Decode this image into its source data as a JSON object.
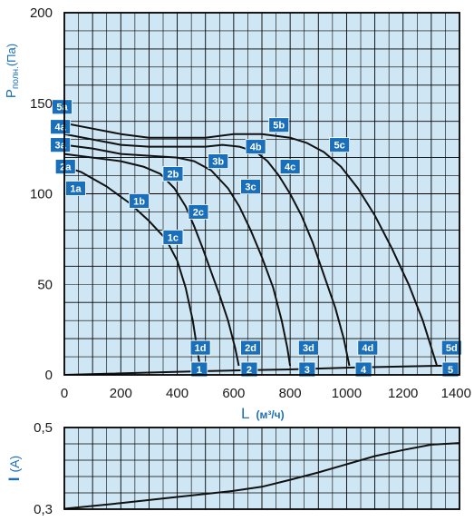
{
  "chart_data": [
    {
      "type": "line",
      "ylabel_main": "P",
      "ylabel_sub": "полн.",
      "ylabel_unit": "(Па)",
      "xlabel_main": "L",
      "xlabel_unit": "(м³/ч)",
      "xlim": [
        0,
        1400
      ],
      "ylim": [
        0,
        200
      ],
      "x_ticks": [
        "0",
        "200",
        "400",
        "600",
        "800",
        "1000",
        "1200",
        "1400"
      ],
      "y_ticks": [
        "0",
        "50",
        "100",
        "150",
        "200"
      ],
      "grid": true,
      "background": "#cfe7f4",
      "mark_color": "#1a6fba",
      "series": [
        {
          "name": "1",
          "points": [
            [
              0,
              115
            ],
            [
              60,
              112
            ],
            [
              150,
              104
            ],
            [
              230,
              95
            ],
            [
              300,
              85
            ],
            [
              360,
              75
            ],
            [
              400,
              63
            ],
            [
              430,
              48
            ],
            [
              455,
              30
            ],
            [
              470,
              15
            ],
            [
              480,
              5
            ]
          ]
        },
        {
          "name": "2",
          "points": [
            [
              0,
              122
            ],
            [
              100,
              120
            ],
            [
              200,
              118
            ],
            [
              280,
              115
            ],
            [
              340,
              111
            ],
            [
              390,
              103
            ],
            [
              430,
              93
            ],
            [
              460,
              82
            ],
            [
              490,
              70
            ],
            [
              520,
              57
            ],
            [
              550,
              44
            ],
            [
              580,
              30
            ],
            [
              605,
              15
            ],
            [
              618,
              5
            ]
          ]
        },
        {
          "name": "3",
          "points": [
            [
              0,
              127
            ],
            [
              100,
              125
            ],
            [
              200,
              122
            ],
            [
              300,
              121
            ],
            [
              400,
              120
            ],
            [
              460,
              118
            ],
            [
              520,
              113
            ],
            [
              580,
              103
            ],
            [
              620,
              93
            ],
            [
              660,
              80
            ],
            [
              700,
              65
            ],
            [
              740,
              48
            ],
            [
              770,
              30
            ],
            [
              790,
              15
            ],
            [
              800,
              5
            ]
          ]
        },
        {
          "name": "4",
          "points": [
            [
              0,
              133
            ],
            [
              100,
              130
            ],
            [
              200,
              127
            ],
            [
              300,
              126
            ],
            [
              400,
              126
            ],
            [
              500,
              126
            ],
            [
              560,
              127
            ],
            [
              620,
              126
            ],
            [
              680,
              123
            ],
            [
              720,
              118
            ],
            [
              760,
              110
            ],
            [
              800,
              100
            ],
            [
              840,
              88
            ],
            [
              880,
              73
            ],
            [
              920,
              55
            ],
            [
              960,
              37
            ],
            [
              990,
              20
            ],
            [
              1010,
              5
            ]
          ]
        },
        {
          "name": "5",
          "points": [
            [
              0,
              139
            ],
            [
              100,
              136
            ],
            [
              200,
              133
            ],
            [
              300,
              131
            ],
            [
              400,
              131
            ],
            [
              500,
              131
            ],
            [
              600,
              133
            ],
            [
              700,
              133
            ],
            [
              800,
              131
            ],
            [
              860,
              128
            ],
            [
              920,
              123
            ],
            [
              980,
              115
            ],
            [
              1040,
              103
            ],
            [
              1100,
              88
            ],
            [
              1160,
              70
            ],
            [
              1220,
              50
            ],
            [
              1270,
              30
            ],
            [
              1300,
              15
            ],
            [
              1320,
              5
            ]
          ]
        },
        {
          "name": "0",
          "points": [
            [
              0,
              0
            ],
            [
              480,
              2
            ],
            [
              620,
              2.5
            ],
            [
              800,
              3
            ],
            [
              1010,
              4
            ],
            [
              1320,
              5
            ],
            [
              1400,
              5
            ]
          ]
        }
      ],
      "tags": [
        {
          "text": "1a",
          "x": 40,
          "y": 103
        },
        {
          "text": "1b",
          "x": 265,
          "y": 96
        },
        {
          "text": "1c",
          "x": 385,
          "y": 76
        },
        {
          "text": "1d",
          "x": 482,
          "y": 15
        },
        {
          "text": "1",
          "x": 478,
          "y": 3
        },
        {
          "text": "2a",
          "x": 4,
          "y": 115
        },
        {
          "text": "2b",
          "x": 385,
          "y": 111
        },
        {
          "text": "2c",
          "x": 475,
          "y": 90
        },
        {
          "text": "2d",
          "x": 660,
          "y": 15
        },
        {
          "text": "2",
          "x": 655,
          "y": 3
        },
        {
          "text": "3a",
          "x": -14,
          "y": 127
        },
        {
          "text": "3b",
          "x": 545,
          "y": 118
        },
        {
          "text": "3c",
          "x": 660,
          "y": 104
        },
        {
          "text": "3d",
          "x": 865,
          "y": 15
        },
        {
          "text": "3",
          "x": 860,
          "y": 3
        },
        {
          "text": "4a",
          "x": -14,
          "y": 137
        },
        {
          "text": "4b",
          "x": 678,
          "y": 126
        },
        {
          "text": "4c",
          "x": 800,
          "y": 115
        },
        {
          "text": "4d",
          "x": 1075,
          "y": 15
        },
        {
          "text": "4",
          "x": 1060,
          "y": 3
        },
        {
          "text": "5a",
          "x": -8,
          "y": 148
        },
        {
          "text": "5b",
          "x": 760,
          "y": 138
        },
        {
          "text": "5c",
          "x": 975,
          "y": 127
        },
        {
          "text": "5d",
          "x": 1372,
          "y": 15
        },
        {
          "text": "5",
          "x": 1368,
          "y": 3
        }
      ]
    },
    {
      "type": "line",
      "ylabel_main": "I",
      "ylabel_unit": "(A)",
      "xlim": [
        0,
        1400
      ],
      "ylim": [
        0.3,
        0.5
      ],
      "y_ticks": [
        "0,3",
        "0,5"
      ],
      "grid": true,
      "background": "#cfe7f4",
      "series": [
        {
          "name": "I",
          "points": [
            [
              0,
              0.301
            ],
            [
              200,
              0.315
            ],
            [
              400,
              0.33
            ],
            [
              600,
              0.345
            ],
            [
              700,
              0.355
            ],
            [
              800,
              0.372
            ],
            [
              900,
              0.39
            ],
            [
              1000,
              0.41
            ],
            [
              1100,
              0.43
            ],
            [
              1200,
              0.445
            ],
            [
              1300,
              0.458
            ],
            [
              1400,
              0.462
            ]
          ]
        }
      ]
    }
  ]
}
